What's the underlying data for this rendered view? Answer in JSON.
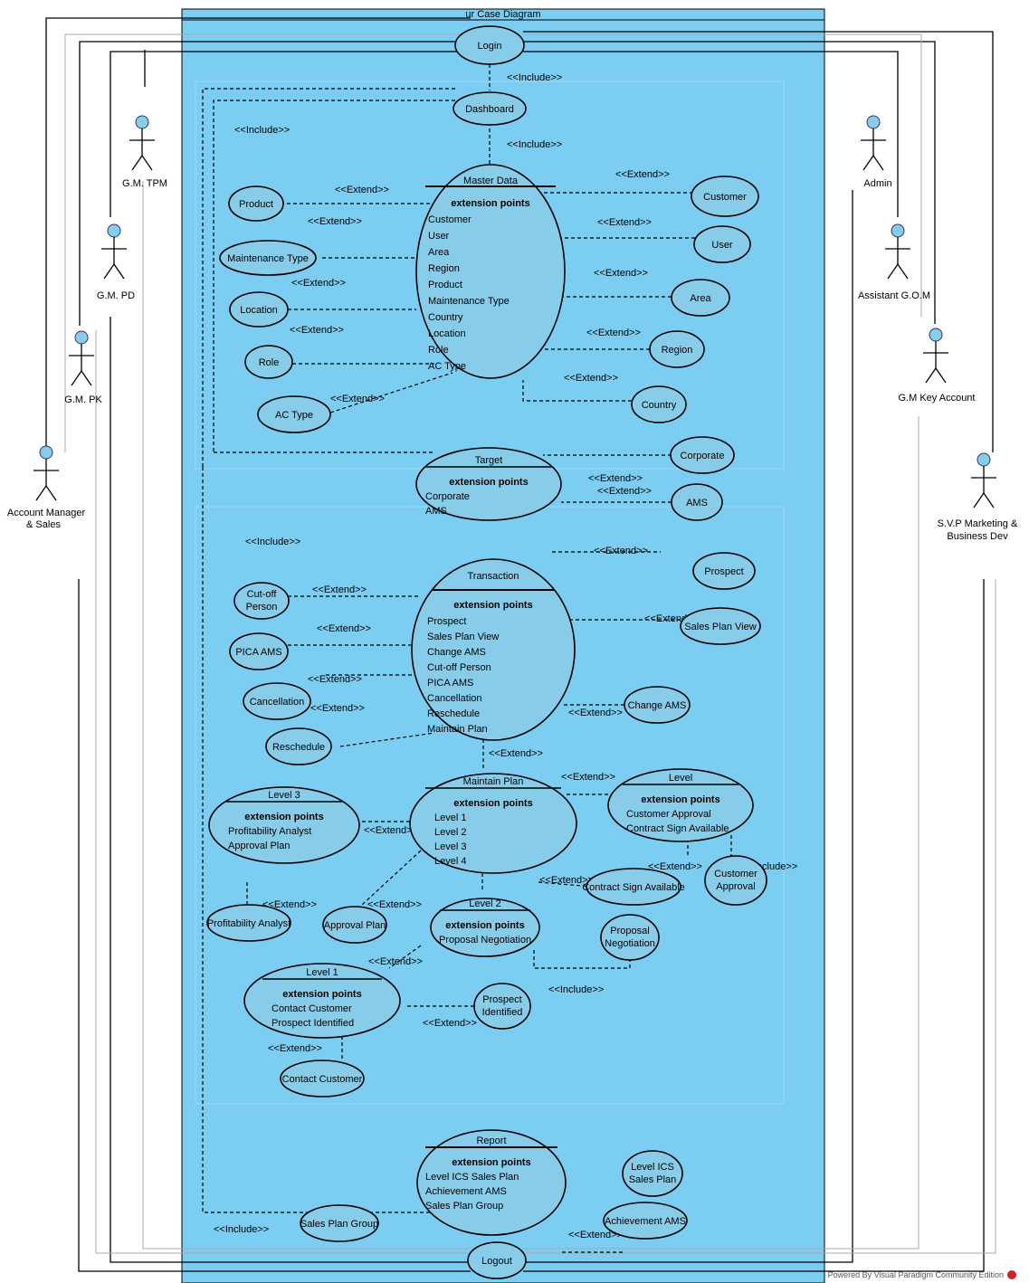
{
  "diagram_title": "ur Case Diagram",
  "actors": {
    "gm_tpm": "G.M. TPM",
    "gm_pd": "G.M. PD",
    "gm_pk": "G.M. PK",
    "account_manager": "Account Manager",
    "account_manager_sub": "& Sales",
    "admin": "Admin",
    "assistant_gm": "Assistant G.O.M",
    "gm_key_account": "G.M Key Account",
    "svp_marketing": "S.V.P Marketing &",
    "svp_marketing_sub": "Business Dev"
  },
  "use_cases": {
    "login": "Login",
    "dashboard": "Dashboard",
    "logout": "Logout",
    "master_data": {
      "title": "Master Data",
      "ep_title": "extension points",
      "points": [
        "Customer",
        "User",
        "Area",
        "Region",
        "Product",
        "Maintenance Type",
        "Country",
        "Location",
        "Role",
        "AC Type"
      ]
    },
    "target": {
      "title": "Target",
      "ep_title": "extension points",
      "points": [
        "Corporate",
        "AMS"
      ]
    },
    "transaction": {
      "title": "Transaction",
      "ep_title": "extension points",
      "points": [
        "Prospect",
        "Sales Plan View",
        "Change AMS",
        "Cut-off Person",
        "PICA AMS",
        "Cancellation",
        "Reschedule",
        "Maintain Plan"
      ]
    },
    "maintain_plan": {
      "title": "Maintain Plan",
      "ep_title": "extension points",
      "points": [
        "Level 1",
        "Level 2",
        "Level 3",
        "Level 4"
      ]
    },
    "level3": {
      "title": "Level 3",
      "ep_title": "extension points",
      "points": [
        "Profitability Analyst",
        "Approval Plan"
      ]
    },
    "level4": {
      "title": "Level",
      "ep_title": "extension points",
      "points": [
        "Customer Approval",
        "Contract Sign Available"
      ]
    },
    "level2": {
      "title": "Level 2",
      "ep_title": "extension points",
      "points": [
        "Proposal Negotiation"
      ]
    },
    "level1": {
      "title": "Level 1",
      "ep_title": "extension points",
      "points": [
        "Contact Customer",
        "Prospect Identified"
      ]
    },
    "report": {
      "title": "Report",
      "ep_title": "extension points",
      "points": [
        "Level ICS Sales Plan",
        "Achievement AMS",
        "Sales Plan Group"
      ]
    },
    "product": "Product",
    "maintenance_type": "Maintenance Type",
    "location": "Location",
    "role": "Role",
    "ac_type": "AC Type",
    "customer": "Customer",
    "user": "User",
    "area": "Area",
    "region": "Region",
    "country": "Country",
    "corporate": "Corporate",
    "ams": "AMS",
    "prospect": "Prospect",
    "sales_plan_view": "Sales Plan View",
    "cutoff_person_1": "Cut-off",
    "cutoff_person_2": "Person",
    "pica_ams": "PICA AMS",
    "cancellation": "Cancellation",
    "reschedule": "Reschedule",
    "change_ams": "Change AMS",
    "profitability_analyst": "Profitability Analyst",
    "approval_plan": "Approval Plan",
    "contract_sign_available": "Contract Sign Available",
    "customer_approval_1": "Customer",
    "customer_approval_2": "Approval",
    "proposal_negotiation_1": "Proposal",
    "proposal_negotiation_2": "Negotiation",
    "prospect_identified_1": "Prospect",
    "prospect_identified_2": "Identified",
    "contact_customer": "Contact Customer",
    "level_ics_1": "Level ICS",
    "level_ics_2": "Sales Plan",
    "achievement_ams": "Achievement AMS",
    "sales_plan_group": "Sales Plan Group"
  },
  "stereotypes": {
    "include": "<<Include>>",
    "extend": "<<Extend>>"
  },
  "footer": "Powered By  Visual Paradigm Community Edition",
  "colors": {
    "boundary": "#7ccdf2",
    "usecase": "#87cdea"
  }
}
